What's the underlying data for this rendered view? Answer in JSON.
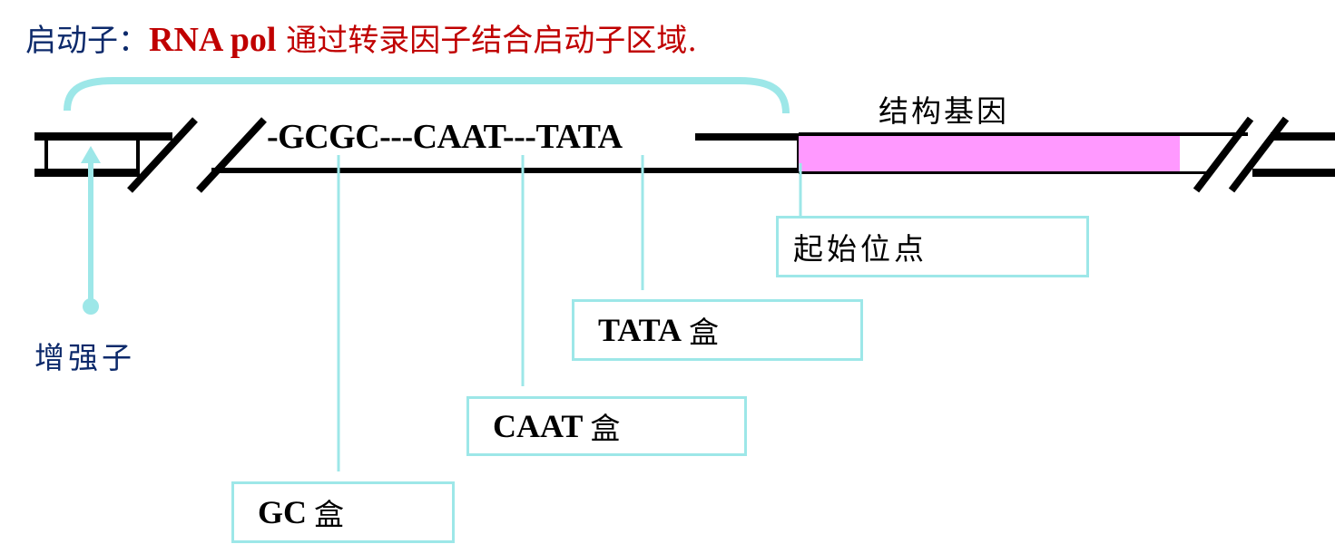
{
  "title": {
    "prefix": "启动子：",
    "rna_pol": "RNA pol",
    "description": " 通过转录因子结合启动子区域."
  },
  "sequence": {
    "text": "-GCGC---CAAT---TATA",
    "elements": [
      "GCGC",
      "CAAT",
      "TATA"
    ]
  },
  "structural_gene": {
    "label": "结构基因",
    "color": "#ff99ff"
  },
  "enhancer": {
    "label": "增强子"
  },
  "callouts": {
    "start_site": {
      "label": "起始位点"
    },
    "tata_box": {
      "latin": "TATA",
      "cjk": "盒"
    },
    "caat_box": {
      "latin": "CAAT",
      "cjk": "盒"
    },
    "gc_box": {
      "latin": "GC",
      "cjk": "盒"
    }
  },
  "colors": {
    "title_blue": "#0d2a6b",
    "title_red": "#c00000",
    "accent_cyan": "#9de7e8",
    "dna_line": "#000000",
    "gene_fill": "#ff99ff"
  }
}
